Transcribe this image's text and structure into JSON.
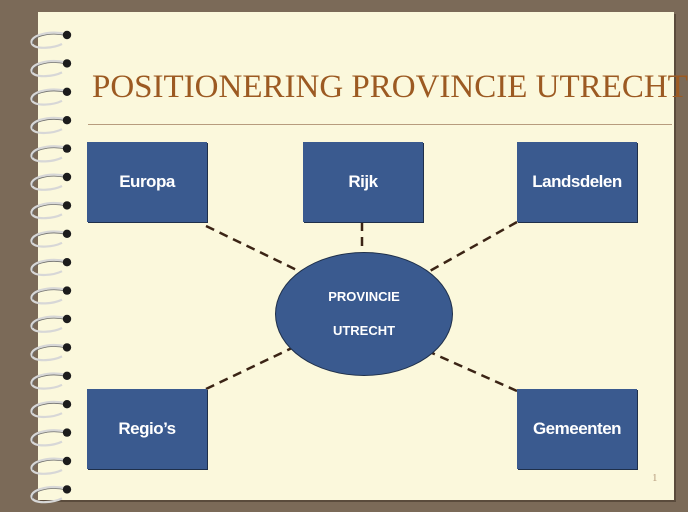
{
  "slide": {
    "title": "POSITIONERING PROVINCIE UTRECHT",
    "page_number": "1"
  },
  "diagram": {
    "center": {
      "line1": "PROVINCIE",
      "line2": "UTRECHT"
    },
    "nodes": {
      "europa": "Europa",
      "rijk": "Rijk",
      "landsdelen": "Landsdelen",
      "regios": "Regio’s",
      "gemeenten": "Gemeenten"
    }
  },
  "colors": {
    "background": "#7b6a58",
    "page": "#fbf8dc",
    "title": "#9c5a22",
    "node_fill": "#3a5a8f",
    "node_text": "#ffffff",
    "connector": "#3b2415"
  },
  "decorations": {
    "binding": "spiral-binding-rings"
  }
}
